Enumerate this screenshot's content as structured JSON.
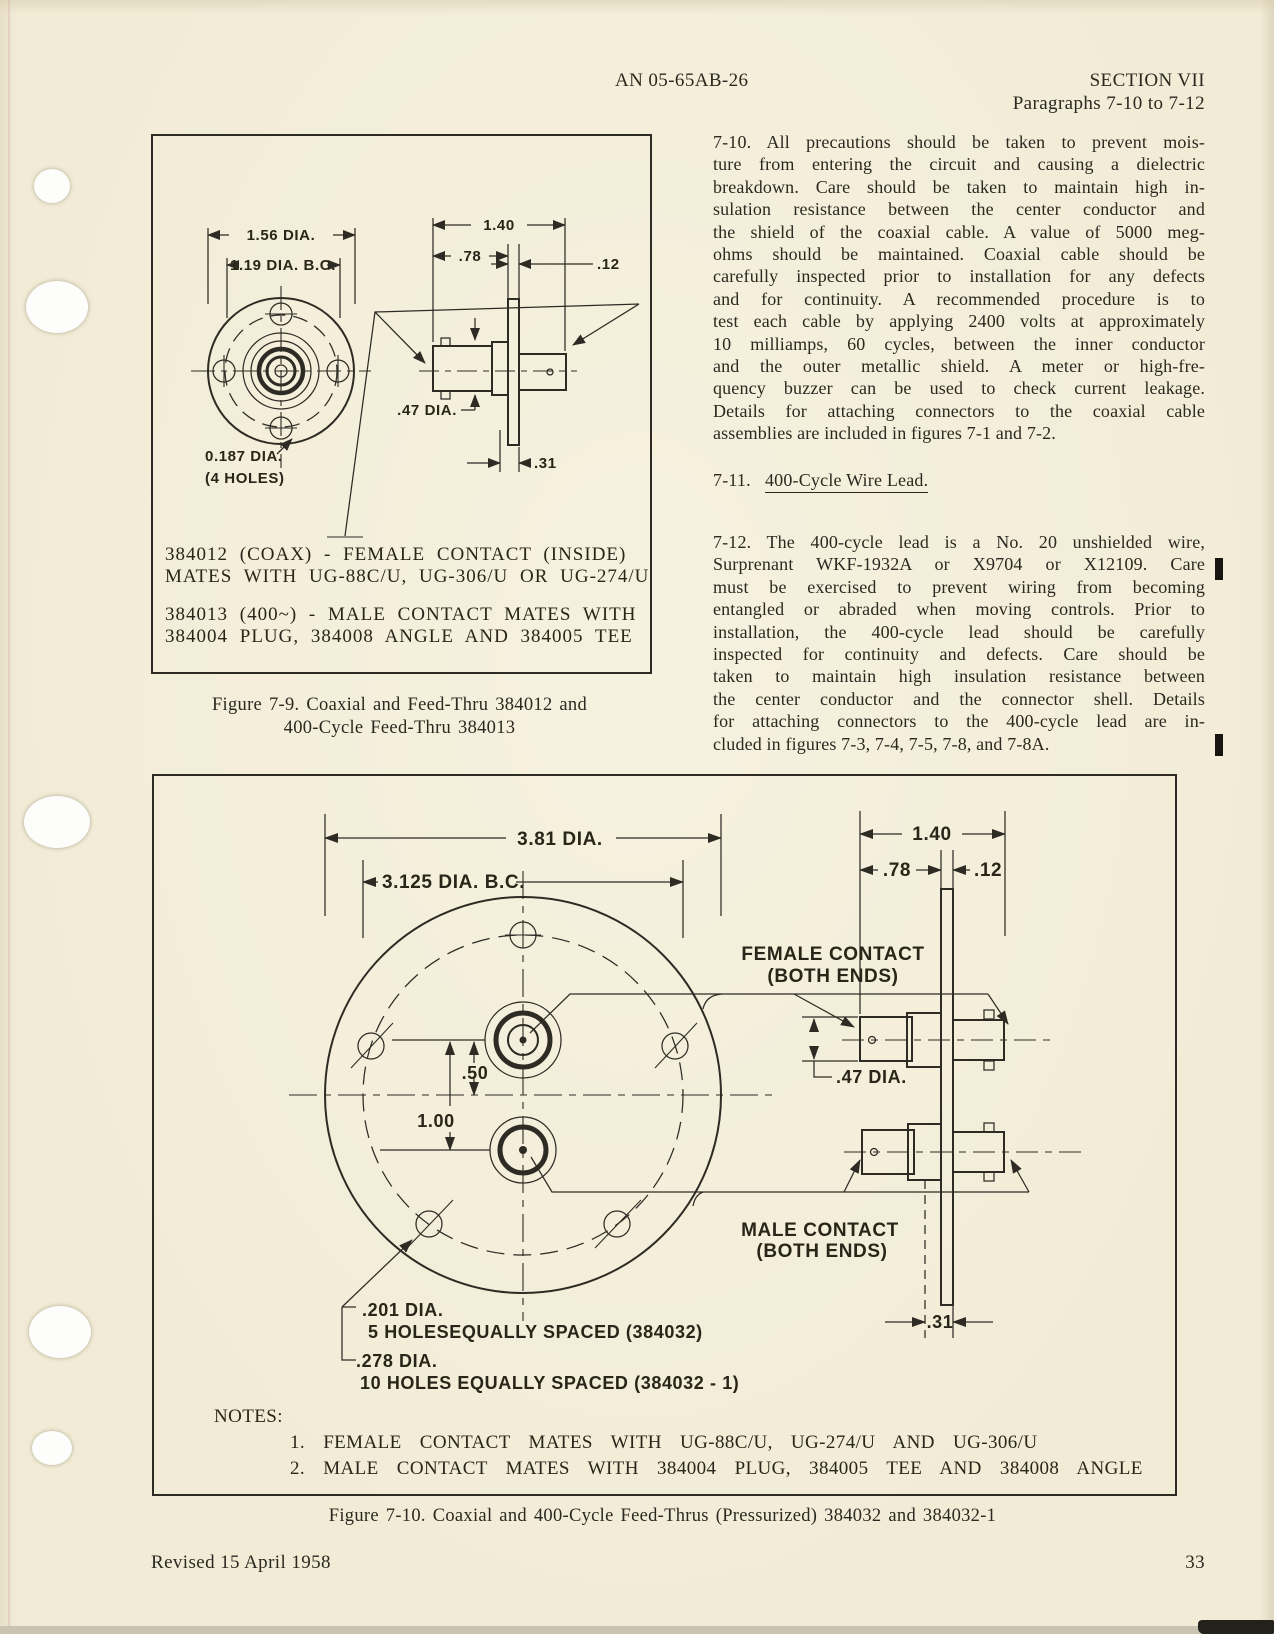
{
  "header": {
    "doc_number": "AN 05-65AB-26",
    "section": "SECTION VII",
    "paragraph_range": "Paragraphs 7-10 to 7-12"
  },
  "paragraph_7_10": {
    "lines": [
      "7-10.  All precautions should be taken to prevent mois-",
      "ture from entering the circuit and causing a dielectric",
      "breakdown.  Care should be taken to maintain high in-",
      "sulation resistance between the center conductor and",
      "the shield of the coaxial cable.  A value of 5000 meg-",
      "ohms should be maintained.  Coaxial cable should be",
      "carefully inspected prior to installation for any defects",
      "and for continuity.  A recommended procedure is to",
      "test each cable by applying 2400 volts at approximately",
      "10 milliamps, 60 cycles, between the inner conductor",
      "and the outer metallic shield.  A meter or high-fre-",
      "quency buzzer can be used to check current leakage.",
      "Details for attaching connectors to the coaxial cable",
      "assemblies are included in figures 7-1 and 7-2."
    ]
  },
  "section_7_11": {
    "number": "7-11.",
    "title": "400-Cycle Wire Lead."
  },
  "paragraph_7_12": {
    "lines": [
      "7-12.  The 400-cycle lead is a No. 20 unshielded wire,",
      "Surprenant WKF-1932A or X9704 or X12109.  Care",
      "must be exercised to prevent wiring from becoming",
      "entangled or abraded when moving controls.  Prior to",
      "installation, the 400-cycle lead should be carefully",
      "inspected for continuity and defects.  Care should be",
      "taken to maintain high insulation resistance between",
      "the center conductor and the connector shell.  Details",
      "for attaching connectors to the 400-cycle lead are in-",
      "cluded in figures 7-3, 7-4, 7-5, 7-8, and 7-8A."
    ]
  },
  "figure_7_9": {
    "dims": {
      "d156": "1.56 DIA.",
      "d119": "1.19 DIA. B.C.",
      "d0187a": "0.187 DIA.",
      "d0187b": "(4 HOLES)",
      "d140": "1.40",
      "d78": ".78",
      "d12": ".12",
      "d47": ".47 DIA.",
      "d31": ".31"
    },
    "body": [
      "384012 (COAX) - FEMALE CONTACT (INSIDE)",
      "MATES WITH UG-88C/U, UG-306/U OR UG-274/U",
      "384013 (400~) - MALE CONTACT MATES WITH",
      "384004 PLUG, 384008 ANGLE AND 384005 TEE"
    ],
    "caption_line1": "Figure 7-9.  Coaxial and Feed-Thru 384012 and",
    "caption_line2": "400-Cycle Feed-Thru 384013"
  },
  "figure_7_10": {
    "dims": {
      "d381": "3.81 DIA.",
      "d3125": "3.125 DIA. B.C.",
      "d140": "1.40",
      "d78": ".78",
      "d12": ".12",
      "d50": ".50",
      "d100": "1.00",
      "d47": ".47 DIA.",
      "d31": ".31",
      "d201": ".201 DIA.",
      "h5": "5 HOLESEQUALLY SPACED (384032)",
      "d278": ".278 DIA.",
      "h10": "10 HOLES EQUALLY SPACED (384032 - 1)",
      "female1": "FEMALE CONTACT",
      "female2": "(BOTH ENDS)",
      "male1": "MALE CONTACT",
      "male2": "(BOTH ENDS)"
    },
    "notes_title": "NOTES:",
    "notes": [
      "1.  FEMALE CONTACT MATES WITH UG-88C/U, UG-274/U AND UG-306/U",
      "2.  MALE CONTACT MATES WITH 384004 PLUG, 384005 TEE AND 384008 ANGLE"
    ],
    "caption": "Figure 7-10.  Coaxial and 400-Cycle Feed-Thrus (Pressurized) 384032 and 384032-1"
  },
  "footer": {
    "revision": "Revised 15 April 1958",
    "page_number": "33"
  }
}
